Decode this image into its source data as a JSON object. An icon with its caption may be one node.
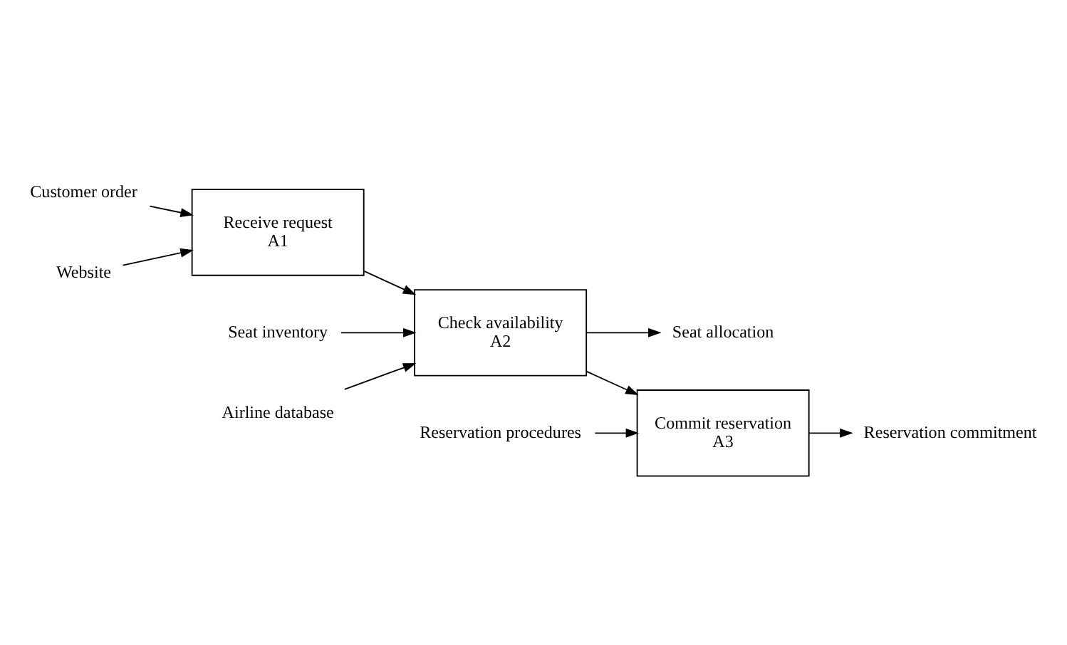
{
  "diagram": {
    "nodes": [
      {
        "text": [
          "Customer order"
        ]
      },
      {
        "text": [
          "Receive request",
          "A1"
        ]
      },
      {
        "text": [
          "Website"
        ]
      },
      {
        "text": [
          "Check availability",
          "A2"
        ]
      },
      {
        "text": [
          "Seat inventory"
        ]
      },
      {
        "text": [
          "Airline database"
        ]
      },
      {
        "text": [
          "Seat allocation"
        ]
      },
      {
        "text": [
          "Commit reservation",
          "A3"
        ]
      },
      {
        "text": [
          "Reservation commitment"
        ]
      },
      {
        "text": [
          "Reservation procedures"
        ]
      }
    ],
    "edges": [
      {
        "from": 0,
        "to": 1,
        "arrow": "to"
      },
      {
        "from": 2,
        "to": 1,
        "arrow": "to"
      },
      {
        "from": 1,
        "to": 3,
        "arrow": "to"
      },
      {
        "from": 4,
        "to": 3,
        "arrow": "to"
      },
      {
        "from": 5,
        "to": 3,
        "arrow": "to"
      },
      {
        "from": 3,
        "to": 6,
        "arrow": "to"
      },
      {
        "from": 3,
        "to": 7,
        "arrow": "to"
      },
      {
        "from": 7,
        "to": 8,
        "arrow": "to"
      },
      {
        "from": 9,
        "to": 7,
        "arrow": "to"
      }
    ]
  }
}
